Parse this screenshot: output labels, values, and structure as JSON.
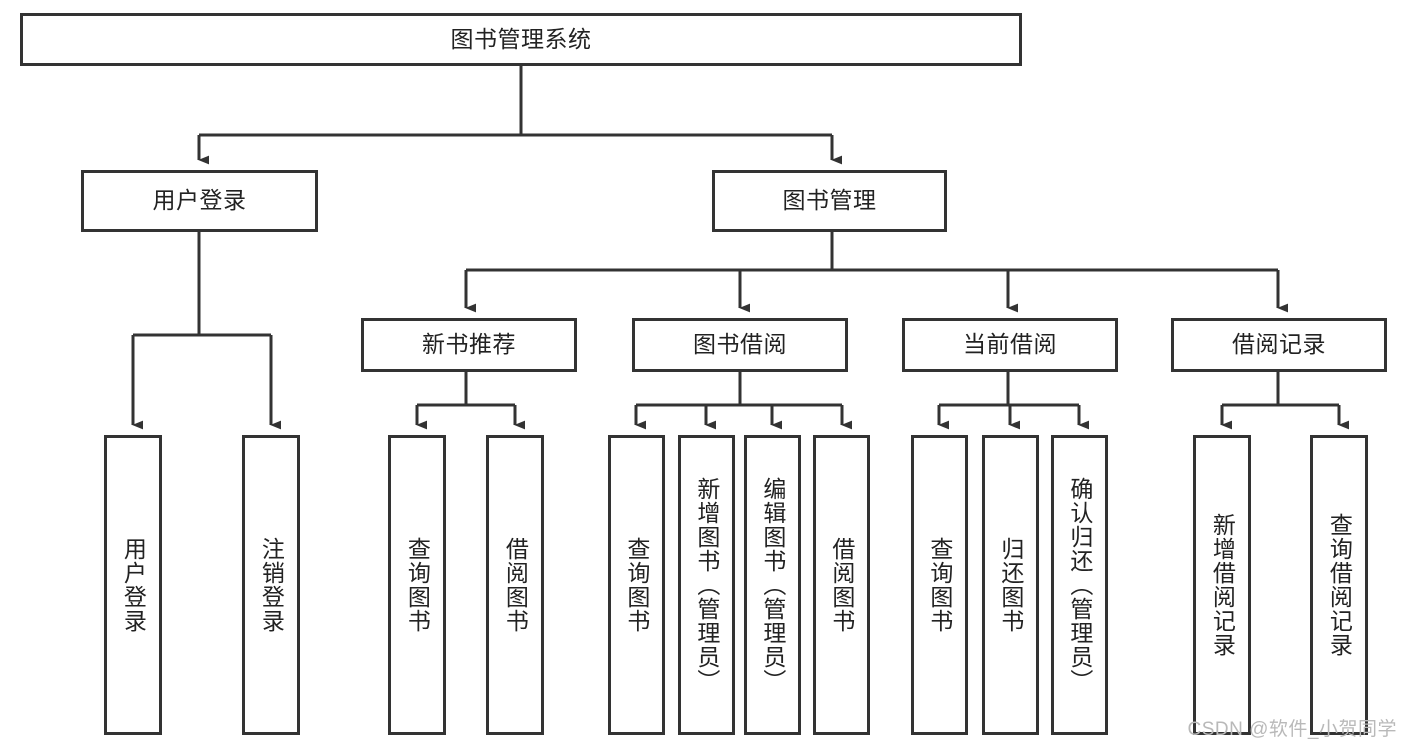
{
  "diagram": {
    "title": "图书管理系统",
    "type": "hierarchy-tree",
    "stroke_color": "#333333",
    "background_color": "#ffffff",
    "text_color": "#222222",
    "levels": 4,
    "root": {
      "label": "图书管理系统",
      "orientation": "horizontal"
    },
    "level2": [
      {
        "label": "用户登录",
        "orientation": "horizontal"
      },
      {
        "label": "图书管理",
        "orientation": "horizontal"
      }
    ],
    "level3": [
      {
        "label": "新书推荐",
        "orientation": "horizontal",
        "parent": "图书管理"
      },
      {
        "label": "图书借阅",
        "orientation": "horizontal",
        "parent": "图书管理"
      },
      {
        "label": "当前借阅",
        "orientation": "horizontal",
        "parent": "图书管理"
      },
      {
        "label": "借阅记录",
        "orientation": "horizontal",
        "parent": "图书管理"
      }
    ],
    "leaves_user_login": [
      {
        "label": "用户登录",
        "orientation": "vertical"
      },
      {
        "label": "注销登录",
        "orientation": "vertical"
      }
    ],
    "leaves_new_book": [
      {
        "label": "查询图书",
        "orientation": "vertical"
      },
      {
        "label": "借阅图书",
        "orientation": "vertical"
      }
    ],
    "leaves_borrow": [
      {
        "label": "查询图书",
        "orientation": "vertical"
      },
      {
        "label": "新增图书（管理员）",
        "orientation": "vertical"
      },
      {
        "label": "编辑图书（管理员）",
        "orientation": "vertical"
      },
      {
        "label": "借阅图书",
        "orientation": "vertical"
      }
    ],
    "leaves_current": [
      {
        "label": "查询图书",
        "orientation": "vertical"
      },
      {
        "label": "归还图书",
        "orientation": "vertical"
      },
      {
        "label": "确认归还（管理员）",
        "orientation": "vertical"
      }
    ],
    "leaves_record": [
      {
        "label": "新增借阅记录",
        "orientation": "vertical"
      },
      {
        "label": "查询借阅记录",
        "orientation": "vertical"
      }
    ]
  },
  "watermark": {
    "text": "CSDN @软件_小贺同学",
    "color": "#b9b9b9"
  }
}
